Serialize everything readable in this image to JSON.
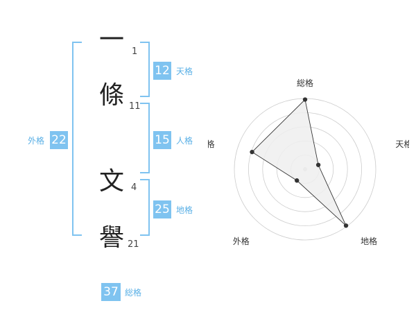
{
  "name": {
    "chars": [
      {
        "char": "一",
        "strokes": "1"
      },
      {
        "char": "條",
        "strokes": "11"
      },
      {
        "char": "文",
        "strokes": "4"
      },
      {
        "char": "譽",
        "strokes": "21"
      }
    ]
  },
  "fortune": {
    "tenkaku": {
      "value": "12",
      "label": "天格"
    },
    "jinkaku": {
      "value": "15",
      "label": "人格"
    },
    "chikaku": {
      "value": "25",
      "label": "地格"
    },
    "gaikaku": {
      "value": "22",
      "label": "外格"
    },
    "soukaku": {
      "value": "37",
      "label": "総格"
    }
  },
  "chart_data": {
    "type": "radar",
    "axes": [
      "総格",
      "天格",
      "地格",
      "外格",
      "人格"
    ],
    "values": [
      5,
      1,
      5,
      1,
      4
    ],
    "max": 5,
    "rings": 5
  },
  "colors": {
    "accent": "#7fc3f0",
    "accent_text": "#5ab0e6",
    "polygon_fill": "#eeeeee",
    "ring": "#cccccc"
  }
}
